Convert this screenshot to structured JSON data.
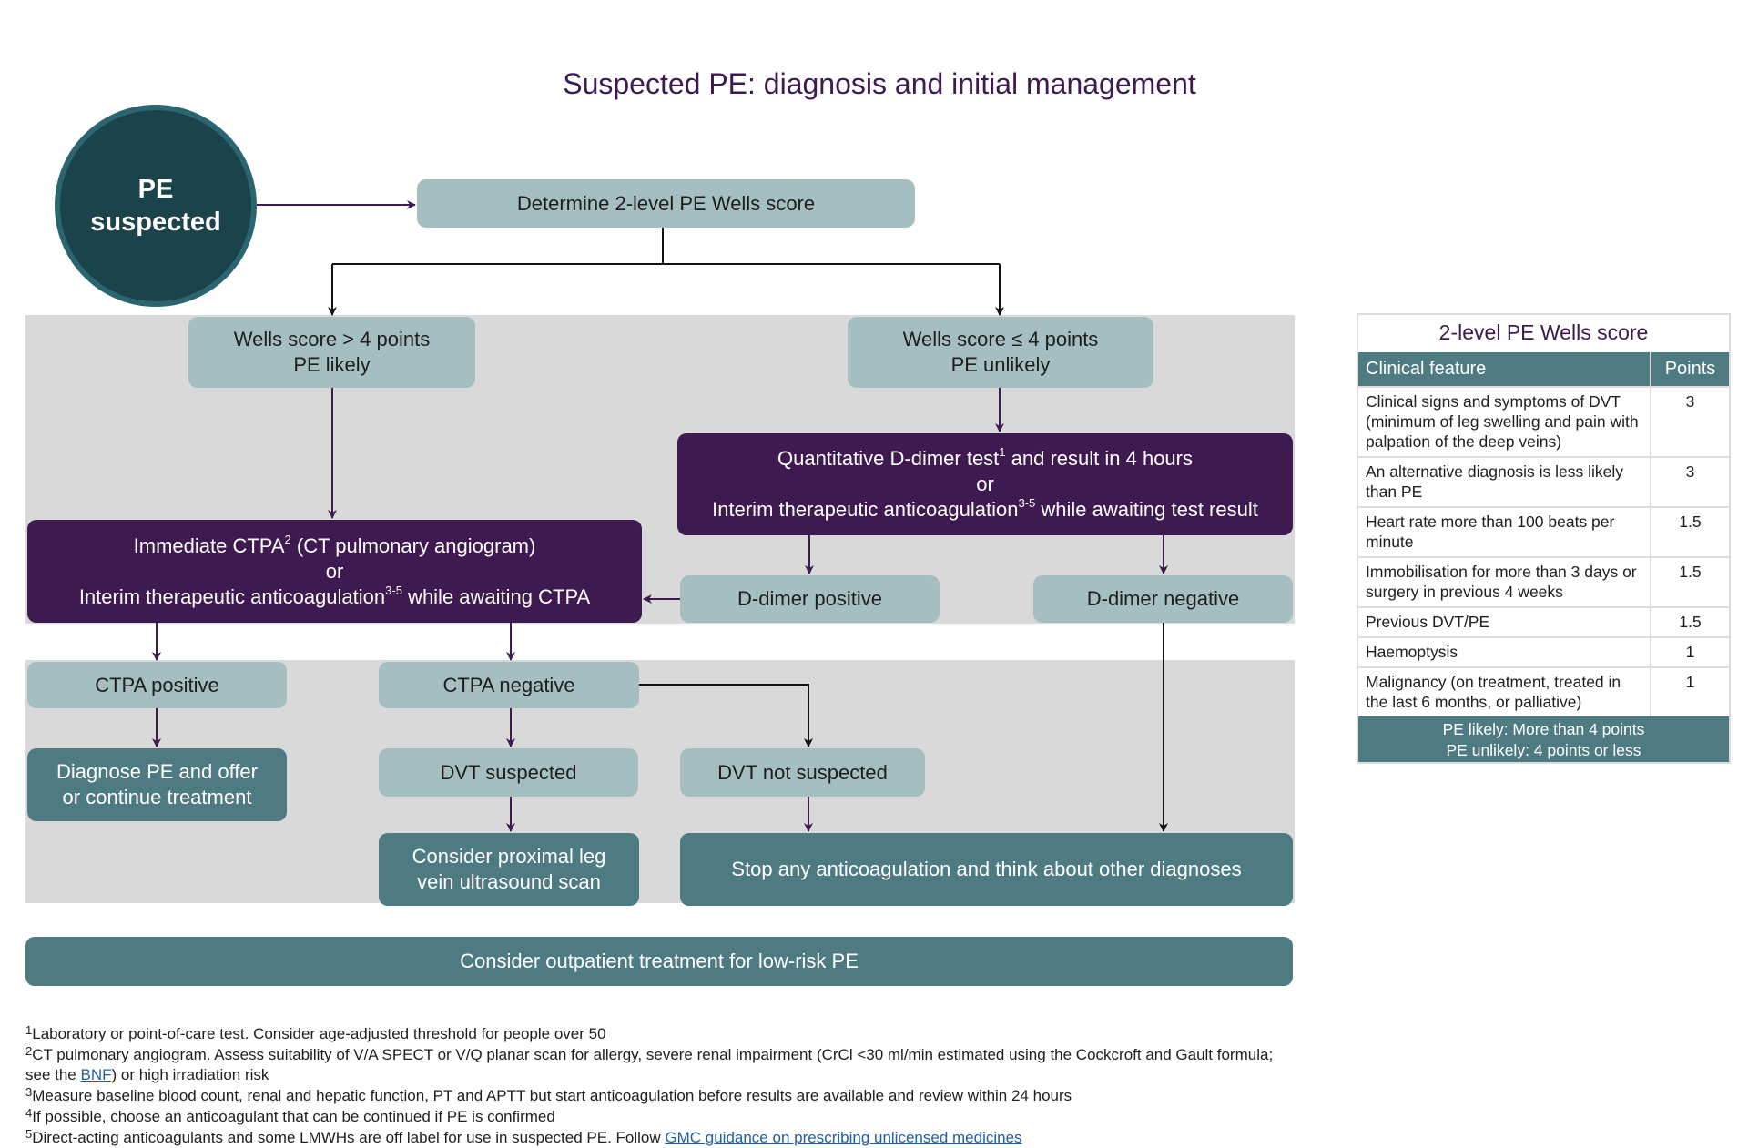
{
  "title": "Suspected PE: diagnosis and initial management",
  "start": {
    "line1": "PE",
    "line2": "suspected"
  },
  "nodes": {
    "determine": "Determine 2-level PE Wells score",
    "likely": {
      "line1": "Wells score > 4 points",
      "line2": "PE likely"
    },
    "unlikely": {
      "line1": "Wells score ≤ 4 points",
      "line2": "PE unlikely"
    },
    "ddimer_test": {
      "line1a": "Quantitative D-dimer test",
      "sup1": "1",
      "line1b": " and result in 4 hours",
      "or": "or",
      "line3a": "Interim therapeutic anticoagulation",
      "sup3": "3-5",
      "line3b": " while awaiting test result"
    },
    "ctpa": {
      "line1a": "Immediate CTPA",
      "sup1": "2",
      "line1b": " (CT pulmonary angiogram)",
      "or": "or",
      "line3a": "Interim therapeutic anticoagulation",
      "sup3": "3-5",
      "line3b": " while awaiting CTPA"
    },
    "ddimer_positive": "D-dimer positive",
    "ddimer_negative": "D-dimer negative",
    "ctpa_positive": "CTPA positive",
    "ctpa_negative": "CTPA negative",
    "diagnose": {
      "line1": "Diagnose PE and offer",
      "line2": "or continue treatment"
    },
    "dvt_suspected": "DVT suspected",
    "dvt_not_suspected": "DVT not suspected",
    "ultrasound": {
      "line1": "Consider proximal leg",
      "line2": "vein ultrasound scan"
    },
    "stop": "Stop any anticoagulation and think about other diagnoses",
    "outpatient": "Consider outpatient treatment for low-risk PE"
  },
  "wells_table": {
    "title": "2-level PE Wells score",
    "headers": [
      "Clinical feature",
      "Points"
    ],
    "rows": [
      {
        "feature": "Clinical signs and symptoms of DVT (minimum of leg swelling and pain with palpation of the deep veins)",
        "points": "3"
      },
      {
        "feature": "An alternative diagnosis is less likely than PE",
        "points": "3"
      },
      {
        "feature": "Heart rate more than 100 beats per minute",
        "points": "1.5"
      },
      {
        "feature": "Immobilisation for more than 3 days or surgery in previous 4 weeks",
        "points": "1.5"
      },
      {
        "feature": "Previous DVT/PE",
        "points": "1.5"
      },
      {
        "feature": "Haemoptysis",
        "points": "1"
      },
      {
        "feature": "Malignancy (on treatment, treated in the last 6 months, or palliative)",
        "points": "1"
      }
    ],
    "footer": [
      "PE likely: More than 4 points",
      "PE unlikely: 4 points or less"
    ]
  },
  "footnotes": {
    "n1": {
      "sup": "1",
      "text": "Laboratory or point-of-care test. Consider age-adjusted threshold for people over 50"
    },
    "n2": {
      "sup": "2",
      "text_a": "CT pulmonary angiogram. Assess suitability of V/A SPECT or V/Q planar scan for allergy, severe renal impairment (CrCl <30 ml/min estimated using the Cockcroft and Gault formula; see the ",
      "link": "BNF",
      "text_b": ") or high irradiation risk"
    },
    "n3": {
      "sup": "3",
      "text": "Measure baseline blood count, renal and hepatic function, PT and APTT but start anticoagulation before results are available and review within 24 hours"
    },
    "n4": {
      "sup": "4",
      "text": "If possible, choose an anticoagulant that can be continued if PE is confirmed"
    },
    "n5": {
      "sup": "5",
      "text": "Direct-acting anticoagulants and some LMWHs are off label for use in suspected PE. Follow ",
      "link": "GMC guidance on prescribing unlicensed medicines"
    }
  },
  "colors": {
    "purple": "#3e1a50",
    "light_teal": "#a5bec2",
    "dark_teal": "#4e7b82",
    "circle": "#1a434b",
    "band": "#d9d9d9"
  }
}
